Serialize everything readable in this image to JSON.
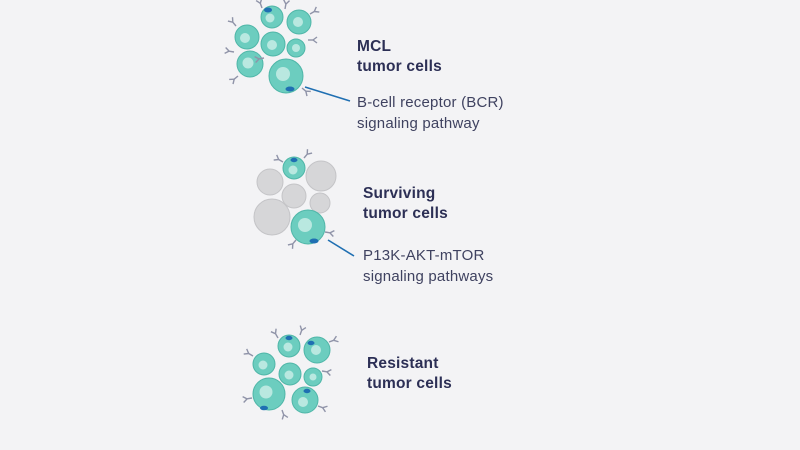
{
  "colors": {
    "background": "#f3f3f5",
    "cell_fill": "#6ccdbf",
    "cell_inner": "#b9e8e0",
    "nucleus": "#1f6fb2",
    "dead_cell": "#d6d6d8",
    "text_title": "#2c2f55",
    "text_sub": "#3f4260",
    "connector": "#1f6fb2"
  },
  "groups": [
    {
      "title_lines": [
        "MCL",
        "tumor cells"
      ],
      "pathway_lines": [
        "B-cell receptor (BCR)",
        "signaling pathway"
      ]
    },
    {
      "title_lines": [
        "Surviving",
        "tumor cells"
      ],
      "pathway_lines": [
        "P13K-AKT-mTOR",
        "signaling pathways"
      ]
    },
    {
      "title_lines": [
        "Resistant",
        "tumor cells"
      ],
      "pathway_lines": []
    }
  ],
  "icons": [
    "tumor-cell-cluster-icon",
    "surviving-cell-cluster-icon",
    "resistant-cell-cluster-icon",
    "receptor-icon"
  ]
}
